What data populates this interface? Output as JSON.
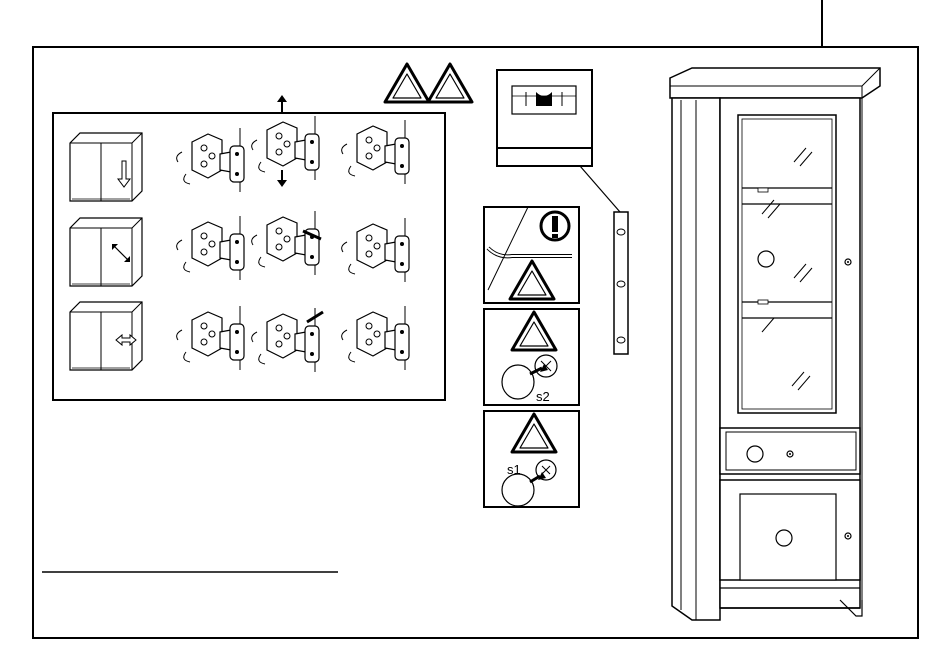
{
  "page": {
    "description_type": "assembly-instruction-sheet"
  },
  "screw_labels": {
    "s2": "s2",
    "s1": "s1"
  },
  "hinge_adjustments": [
    {
      "row": 1,
      "cabinet_arrow": "vertical-double-arrow",
      "steps": [
        "hinge-front-adjust",
        "hinge-height-adjust",
        "hinge-depth-adjust"
      ]
    },
    {
      "row": 2,
      "cabinet_arrow": "diagonal-double-arrow",
      "steps": [
        "hinge-front-adjust",
        "hinge-side-adjust",
        "hinge-depth-adjust"
      ]
    },
    {
      "row": 3,
      "cabinet_arrow": "horizontal-double-arrow",
      "steps": [
        "hinge-front-adjust",
        "hinge-side-adjust",
        "hinge-depth-adjust"
      ]
    }
  ],
  "icons": [
    "warning-triangle-icon",
    "exclamation-circle-icon",
    "spirit-level-icon",
    "screw-cap-icon"
  ],
  "colors": {
    "line": "#000000",
    "background": "#ffffff"
  }
}
